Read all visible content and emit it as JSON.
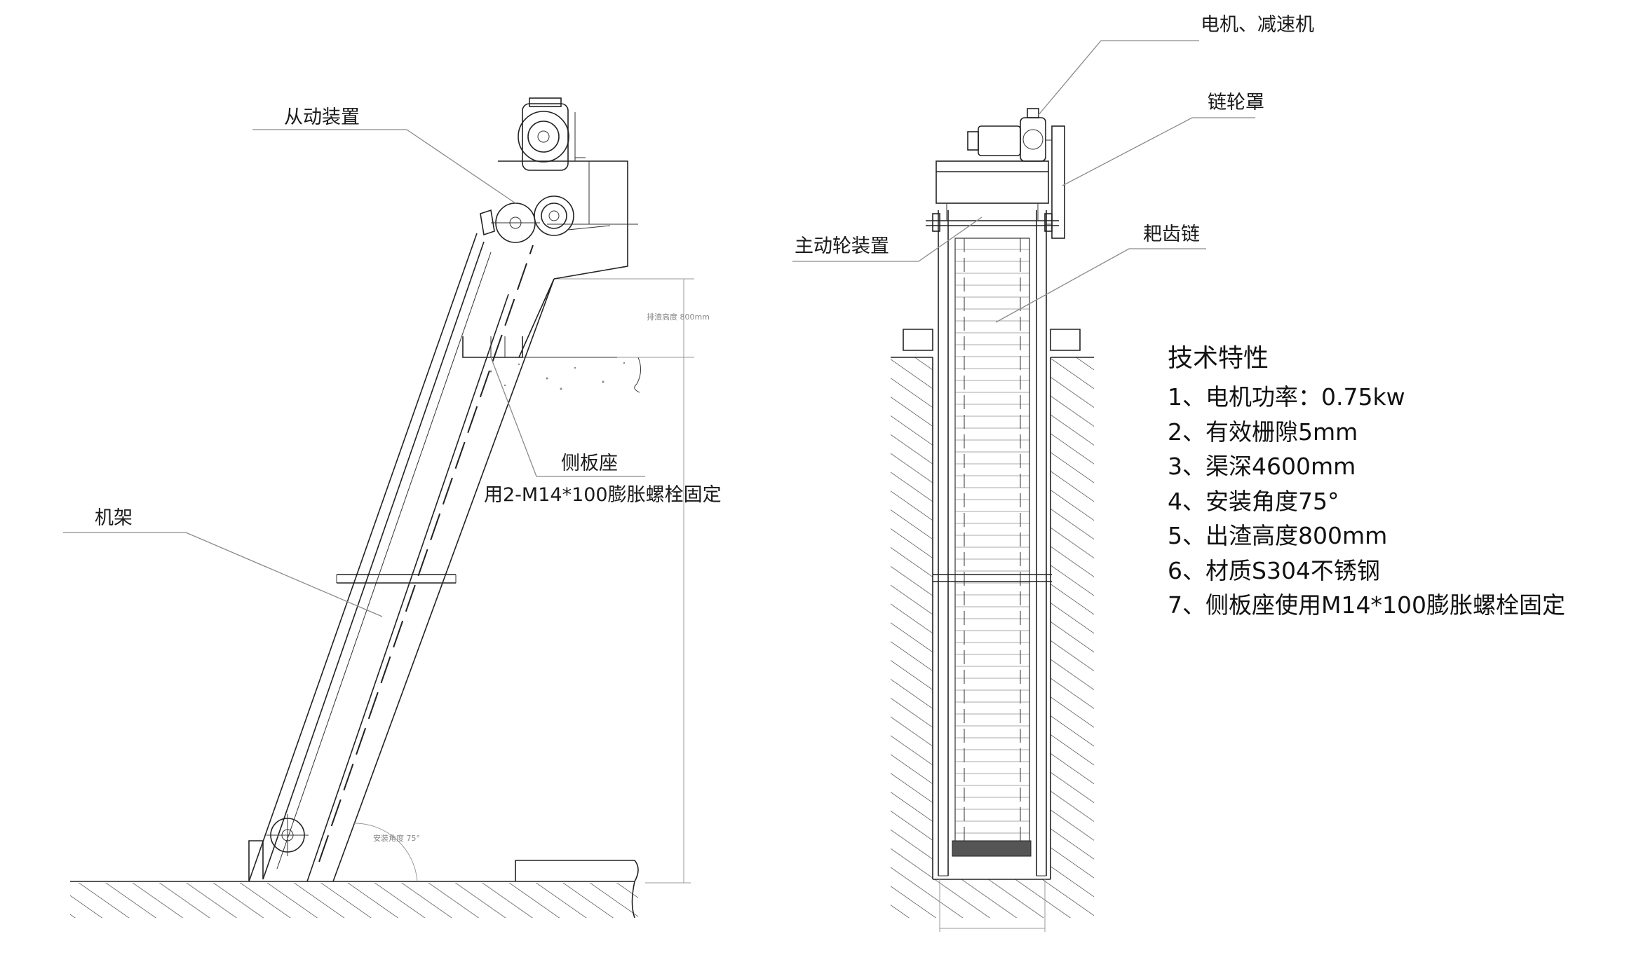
{
  "labels": {
    "driven_device": "从动装置",
    "side_plate_seat": "侧板座",
    "expansion_bolt_note": "用2-M14*100膨胀螺栓固定",
    "frame": "机架",
    "motor_reducer": "电机、减速机",
    "sprocket_cover": "链轮罩",
    "driving_wheel_device": "主动轮装置",
    "rake_chain": "耙齿链",
    "discharge_height_dim": "排渣高度 800mm",
    "install_angle_dim": "安装角度 75°"
  },
  "specs": {
    "title": "技术特性",
    "items": [
      "1、电机功率：0.75kw",
      "2、有效栅隙5mm",
      "3、渠深4600mm",
      "4、安装角度75°",
      "5、出渣高度800mm",
      "6、材质S304不锈钢",
      "7、侧板座使用M14*100膨胀螺栓固定"
    ]
  }
}
